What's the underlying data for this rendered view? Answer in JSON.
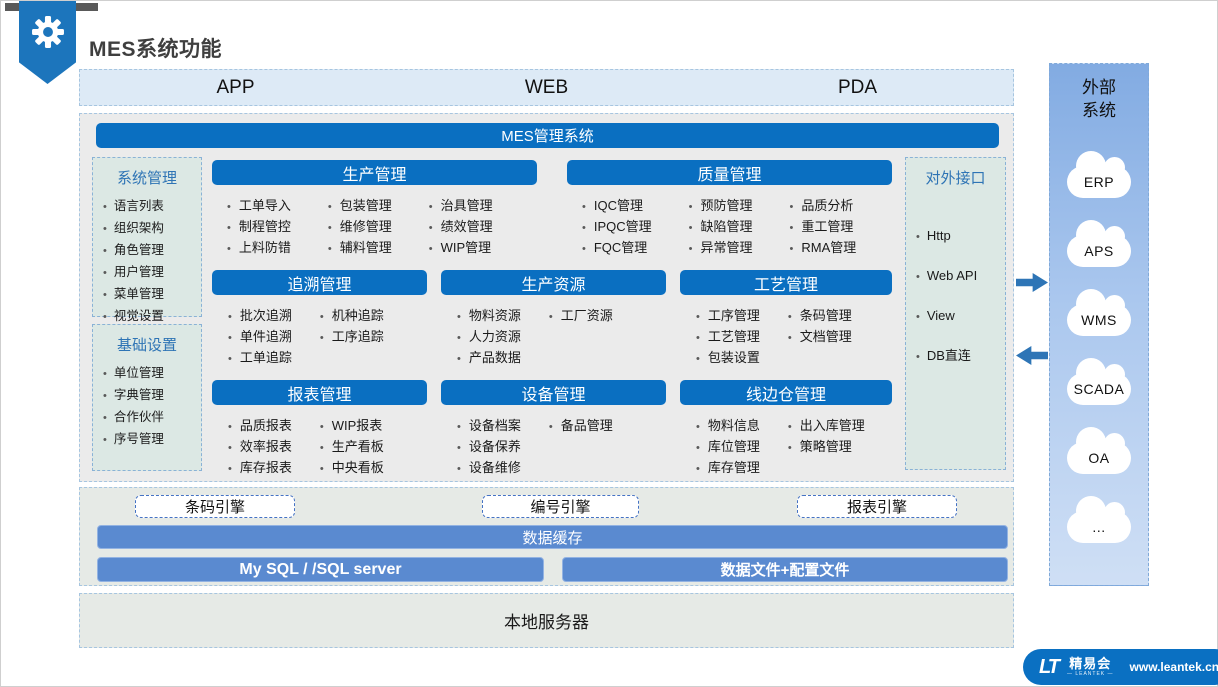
{
  "header": {
    "title": "MES系统功能"
  },
  "device_bar": {
    "items": [
      "APP",
      "WEB",
      "PDA"
    ]
  },
  "mes_system": {
    "title": "MES管理系统"
  },
  "sidebar": {
    "boxes": [
      {
        "title": "系统管理",
        "items": [
          "语言列表",
          "组织架构",
          "角色管理",
          "用户管理",
          "菜单管理",
          "视觉设置"
        ]
      },
      {
        "title": "基础设置",
        "items": [
          "单位管理",
          "字典管理",
          "合作伙伴",
          "序号管理"
        ]
      }
    ]
  },
  "modules": [
    {
      "title": "生产管理",
      "columns": [
        [
          "工单导入",
          "制程管控",
          "上料防错"
        ],
        [
          "包装管理",
          "维修管理",
          "辅料管理"
        ],
        [
          "治具管理",
          "绩效管理",
          "WIP管理"
        ]
      ]
    },
    {
      "title": "质量管理",
      "columns": [
        [
          "IQC管理",
          "IPQC管理",
          "FQC管理"
        ],
        [
          "预防管理",
          "缺陷管理",
          "异常管理"
        ],
        [
          "品质分析",
          "重工管理",
          "RMA管理"
        ]
      ]
    },
    {
      "title": "追溯管理",
      "columns": [
        [
          "批次追溯",
          "单件追溯",
          "工单追踪"
        ],
        [
          "机种追踪",
          "工序追踪"
        ]
      ]
    },
    {
      "title": "生产资源",
      "columns": [
        [
          "物料资源",
          "人力资源",
          "产品数据"
        ],
        [
          "工厂资源"
        ]
      ]
    },
    {
      "title": "工艺管理",
      "columns": [
        [
          "工序管理",
          "工艺管理",
          "包装设置"
        ],
        [
          "条码管理",
          "文档管理"
        ]
      ]
    },
    {
      "title": "报表管理",
      "columns": [
        [
          "品质报表",
          "效率报表",
          "库存报表"
        ],
        [
          "WIP报表",
          "生产看板",
          "中央看板"
        ]
      ]
    },
    {
      "title": "设备管理",
      "columns": [
        [
          "设备档案",
          "设备保养",
          "设备维修"
        ],
        [
          "备品管理"
        ]
      ]
    },
    {
      "title": "线边仓管理",
      "columns": [
        [
          "物料信息",
          "库位管理",
          "库存管理"
        ],
        [
          "出入库管理",
          "策略管理"
        ]
      ]
    }
  ],
  "external_interface": {
    "title": "对外接口",
    "items": [
      "Http",
      "Web API",
      "View",
      "DB直连"
    ]
  },
  "engines": {
    "items": [
      "条码引擎",
      "编号引擎",
      "报表引擎"
    ]
  },
  "data_layer": {
    "cache": "数据缓存",
    "left_db": "My SQL / /SQL server",
    "right_db": "数据文件+配置文件"
  },
  "local_server": {
    "label": "本地服务器"
  },
  "external_systems": {
    "title": "外部\n系统",
    "clouds": [
      "ERP",
      "APS",
      "WMS",
      "SCADA",
      "OA",
      "…"
    ]
  },
  "footer": {
    "logo_mark": "LT",
    "brand": "精易会",
    "brand_sub": "— LEANTEK —",
    "website": "www.leantek.cn"
  },
  "colors": {
    "primary_blue": "#0a6fc1",
    "bar_blue": "#5a8ad0",
    "ribbon_blue": "#1c75bc",
    "arrow_blue": "#2e75b6",
    "pale_green_box": "#dce8e4",
    "client_bar_bg": "#ddeaf6"
  }
}
